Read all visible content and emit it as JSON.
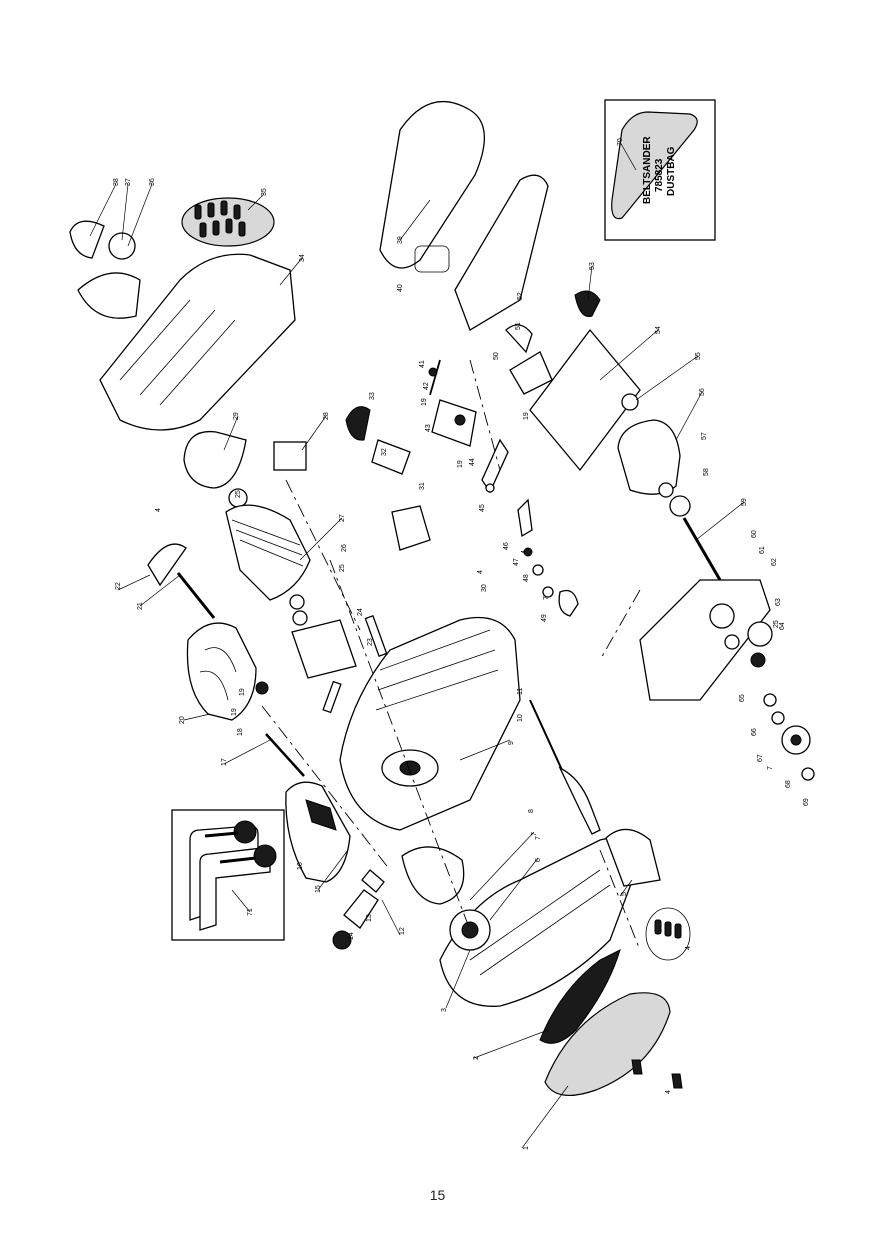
{
  "page": {
    "number": "15"
  },
  "dustbag": {
    "line1": "BELTSANDER",
    "line2": "785823",
    "line3": "DUSTBAG"
  },
  "part_labels": [
    "1",
    "2",
    "3",
    "4",
    "5",
    "6",
    "7",
    "8",
    "9",
    "10",
    "11",
    "12",
    "13",
    "14",
    "15",
    "16",
    "17",
    "18",
    "19",
    "20",
    "21",
    "22",
    "23",
    "24",
    "25",
    "26",
    "27",
    "28",
    "29",
    "30",
    "31",
    "32",
    "33",
    "34",
    "35",
    "36",
    "37",
    "38",
    "39",
    "40",
    "41",
    "42",
    "43",
    "44",
    "45",
    "46",
    "47",
    "48",
    "49",
    "50",
    "51",
    "52",
    "53",
    "54",
    "55",
    "56",
    "57",
    "58",
    "59",
    "60",
    "61",
    "62",
    "63",
    "64",
    "65",
    "66",
    "67",
    "68",
    "69",
    "70",
    "71"
  ],
  "part_labels_extra": [
    "4",
    "4",
    "4",
    "4",
    "7",
    "7",
    "7",
    "19",
    "19",
    "19",
    "19",
    "25",
    "25"
  ]
}
